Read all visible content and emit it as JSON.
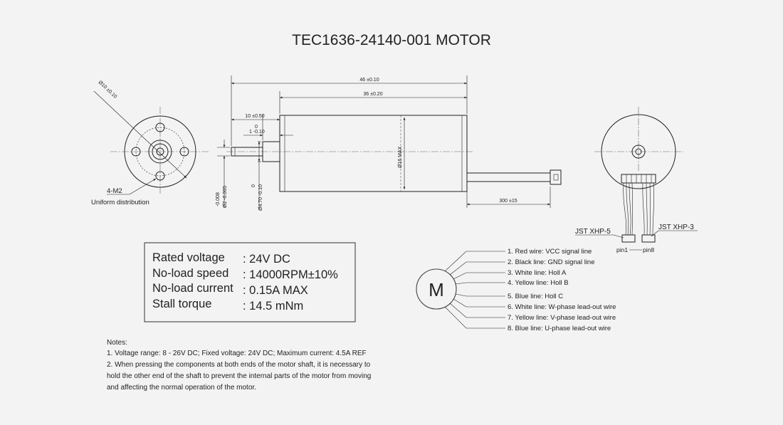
{
  "title": "TEC1636-24140-001 MOTOR",
  "left_view": {
    "diameter_label": "Ø10 ±0.10",
    "hole_label": "4-M2",
    "hole_note": "Uniform distribution"
  },
  "side_view": {
    "overall_length": "46 ±0.10",
    "body_length": "36 ±0.20",
    "shaft_length": "10 ±0.50",
    "step_tol_upper": "0",
    "step_tol_lower": "1 -0.10",
    "shaft_dia_upper": "-0.008",
    "shaft_dia_lower": "Ø2 -0.005",
    "boss_upper": "0",
    "boss_lower": "Ø4.70 -0.10",
    "body_dia": "Ø16 MAX",
    "lead_length": "300 ±15"
  },
  "right_view": {
    "connector_5": "JST XHP-5",
    "connector_3": "JST XHP-3",
    "pin1": "pin1",
    "pin8": "pin8"
  },
  "specs": [
    {
      "label": "Rated voltage",
      "value": ": 24V DC"
    },
    {
      "label": "No-load speed",
      "value": ": 14000RPM±10%"
    },
    {
      "label": "No-load current",
      "value": ": 0.15A MAX"
    },
    {
      "label": "Stall torque",
      "value": ": 14.5 mNm"
    }
  ],
  "wiring": {
    "symbol": "M",
    "lines": [
      "1. Red wire: VCC signal line",
      "2. Black line: GND signal line",
      "3. White line: Holl A",
      "4. Yellow line: Holl B",
      "5. Blue line: Holl C",
      "6. White line: W-phase lead-out wire",
      "7. Yellow line: V-phase lead-out wire",
      "8. Blue line: U-phase lead-out wire"
    ]
  },
  "notes": {
    "heading": "Notes:",
    "items": [
      "1. Voltage range: 8 - 26V DC; Fixed voltage: 24V DC; Maximum current: 4.5A REF",
      "2. When pressing the components at both ends of the motor shaft, it is necessary to",
      "hold the other end of the shaft to prevent the internal parts of the motor from moving",
      "and affecting the normal operation of the motor."
    ]
  }
}
